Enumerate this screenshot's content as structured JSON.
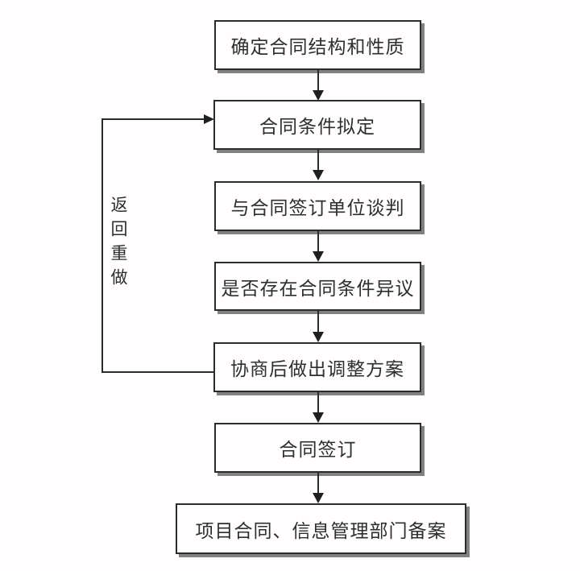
{
  "diagram": {
    "type": "flowchart",
    "nodes": [
      {
        "label": "确定合同结构和性质"
      },
      {
        "label": "合同条件拟定"
      },
      {
        "label": "与合同签订单位谈判"
      },
      {
        "label": "是否存在合同条件异议"
      },
      {
        "label": "协商后做出调整方案"
      },
      {
        "label": "合同签订"
      },
      {
        "label": "项目合同、信息管理部门备案"
      }
    ],
    "edges": [
      {
        "from": "确定合同结构和性质",
        "to": "合同条件拟定"
      },
      {
        "from": "合同条件拟定",
        "to": "与合同签订单位谈判"
      },
      {
        "from": "与合同签订单位谈判",
        "to": "是否存在合同条件异议"
      },
      {
        "from": "是否存在合同条件异议",
        "to": "协商后做出调整方案"
      },
      {
        "from": "协商后做出调整方案",
        "to": "合同签订"
      },
      {
        "from": "合同签订",
        "to": "项目合同、信息管理部门备案"
      },
      {
        "from": "协商后做出调整方案",
        "to": "合同条件拟定",
        "label": "返回重做"
      }
    ],
    "feedback_label": "返回重做",
    "colors": {
      "line": "#2b2b2b",
      "box_border": "#2b2b2b",
      "box_shadow": "#818181",
      "background": "#fffdfe",
      "text": "#2e2e2e"
    }
  }
}
